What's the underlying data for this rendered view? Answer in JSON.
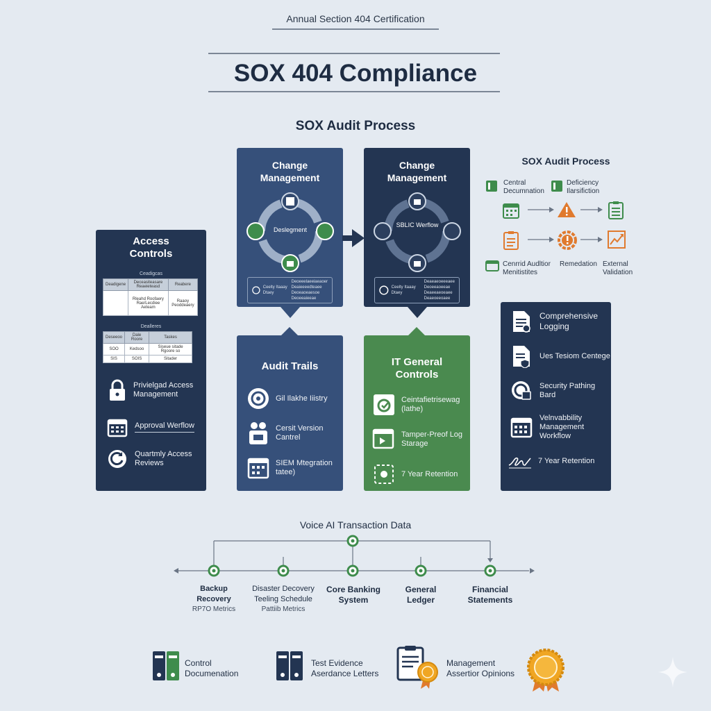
{
  "header": {
    "subtitle": "Annual Section 404 Certification",
    "title": "SOX 404 Compliance",
    "process_heading": "SOX Audit Process"
  },
  "access_controls": {
    "title": "Access Controls",
    "table1": {
      "caption": "Ceadigcas",
      "headers": [
        "Deadigene",
        "Deceasiteasare Reaeieteasd",
        "Reabere"
      ],
      "row": [
        "",
        "Rleahd Roofaery Rae/Lecdiee Aeteam",
        "Raaoy Peoddeaery"
      ]
    },
    "table2": {
      "caption": "Dealleres",
      "headers": [
        "Deseeoo",
        "Dale Roore",
        "Taskes"
      ],
      "rows": [
        [
          "SOO",
          "Kedsoo",
          "Siseue sitade Rgoore so"
        ],
        [
          "SIS",
          "SOIS",
          "Sitader"
        ]
      ]
    },
    "items": [
      {
        "label": "Privielgad Access Management"
      },
      {
        "label": "Approval Werflow"
      },
      {
        "label": "Quartmly Access Reviews"
      }
    ]
  },
  "change_mgmt_1": {
    "title": "Change Management",
    "center": "Deslegment",
    "legend_title": "Ceelty Itaaay Dtaey",
    "legend_lines": [
      "Deoeeelaeeiaeaoer",
      "Deaieeeedteaee",
      "Deoeaoeaesoe",
      "Deoeeaieeae"
    ]
  },
  "change_mgmt_2": {
    "title": "Change Management",
    "center": "SBLIC Werflow",
    "legend_title": "Ceelty Itaaay Dtaey",
    "legend_lines": [
      "Deaeaeoeeeaee",
      "Deoeeaoeeae",
      "Deaeeaeoeaee",
      "Deaeoeeoaee"
    ]
  },
  "audit_trails": {
    "title": "Audit Trails",
    "items": [
      {
        "label": "Gil Ilakhe Iiistry"
      },
      {
        "label": "Cersit Version Cantrel"
      },
      {
        "label": "SIEM Mtegration tatee)"
      }
    ]
  },
  "itgc": {
    "title": "IT General Controls",
    "items": [
      {
        "label": "Ceintafietrisewag (lathe)"
      },
      {
        "label": "Tamper-Preof Log Starage"
      },
      {
        "label": "7 Year Retention"
      }
    ]
  },
  "right_flow": {
    "heading": "SOX Audit Process",
    "top_labels": [
      "Central Decumnation",
      "Deficiency Ilarsifiction"
    ],
    "bottom_labels": [
      "Cenrrid Audltior Menitistites",
      "Remedation",
      "External Validation"
    ]
  },
  "logging_panel": {
    "items": [
      {
        "label": "Comprehensive Logging"
      },
      {
        "label": "Ues Tesiom Centege"
      },
      {
        "label": "Security Pathing Bard"
      },
      {
        "label": "Velnvabbility Management Workflow"
      },
      {
        "label": "7 Year Retention"
      }
    ]
  },
  "timeline": {
    "heading": "Voice AI Transaction Data",
    "nodes": [
      {
        "title": "Backup Recovery",
        "sub": "RP7O Metrics"
      },
      {
        "title": "Disaster Decovery Teeling Schedule",
        "sub": "Pattiib Metrics"
      },
      {
        "title": "Core Banking System",
        "sub": ""
      },
      {
        "title": "General Ledger",
        "sub": ""
      },
      {
        "title": "Financial Statements",
        "sub": ""
      }
    ]
  },
  "bottom": {
    "items": [
      {
        "label": "Control Documenation"
      },
      {
        "label": "Test Evidence Aserdance Letters"
      },
      {
        "label": "Management Assertior Opinions"
      }
    ]
  },
  "colors": {
    "navy": "#233552",
    "blue": "#36507a",
    "green": "#4a8a4f",
    "accent_green": "#3e8c4c",
    "accent_orange": "#e07a2e",
    "accent_red": "#d9462b",
    "gold": "#f0a623"
  }
}
